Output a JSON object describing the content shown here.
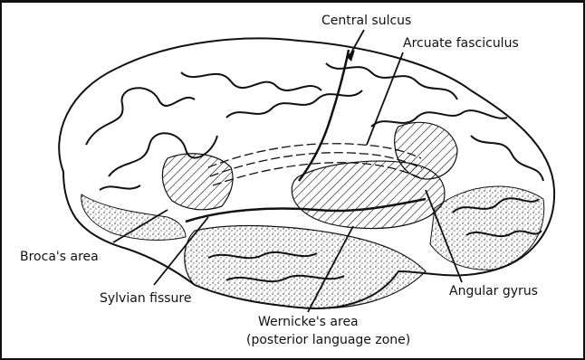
{
  "labels": {
    "central_sulcus": "Central sulcus",
    "arcuate_fasciculus": "Arcuate fasciculus",
    "brocas_area": "Broca's area",
    "sylvian_fissure": "Sylvian fissure",
    "angular_gyrus": "Angular gyrus",
    "wernickes_area": "Wernicke's area",
    "posterior_language_zone": "(posterior language zone)"
  }
}
